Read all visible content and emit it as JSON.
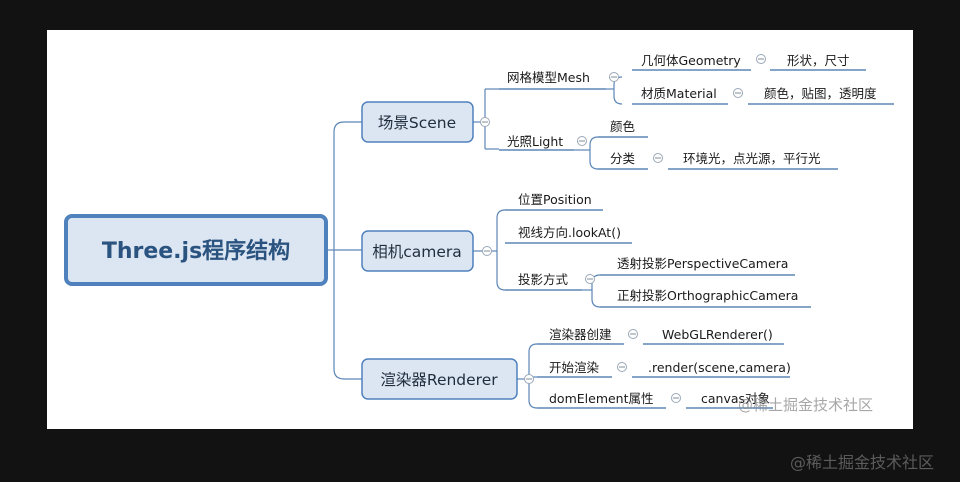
{
  "root": "Three.js程序结构",
  "branches": {
    "scene": {
      "label": "场景Scene",
      "mesh": {
        "label": "网格模型Mesh",
        "geometry": {
          "label": "几何体Geometry",
          "detail": "形状，尺寸"
        },
        "material": {
          "label": "材质Material",
          "detail": "颜色，贴图，透明度"
        }
      },
      "light": {
        "label": "光照Light",
        "color": "颜色",
        "types": {
          "label": "分类",
          "detail": "环境光，点光源，平行光"
        }
      }
    },
    "camera": {
      "label": "相机camera",
      "position": "位置Position",
      "lookat": "视线方向.lookAt()",
      "projection": {
        "label": "投影方式",
        "perspective": "透射投影PerspectiveCamera",
        "orthographic": "正射投影OrthographicCamera"
      }
    },
    "renderer": {
      "label": "渲染器Renderer",
      "create": {
        "label": "渲染器创建",
        "detail": "WebGLRenderer()"
      },
      "start": {
        "label": "开始渲染",
        "detail": ".render(scene,camera)"
      },
      "dom": {
        "label": "domElement属性",
        "detail": "canvas对象"
      }
    }
  },
  "watermarks": {
    "inner": "@稀土掘金技术社区",
    "outer": "@稀土掘金技术社区"
  }
}
